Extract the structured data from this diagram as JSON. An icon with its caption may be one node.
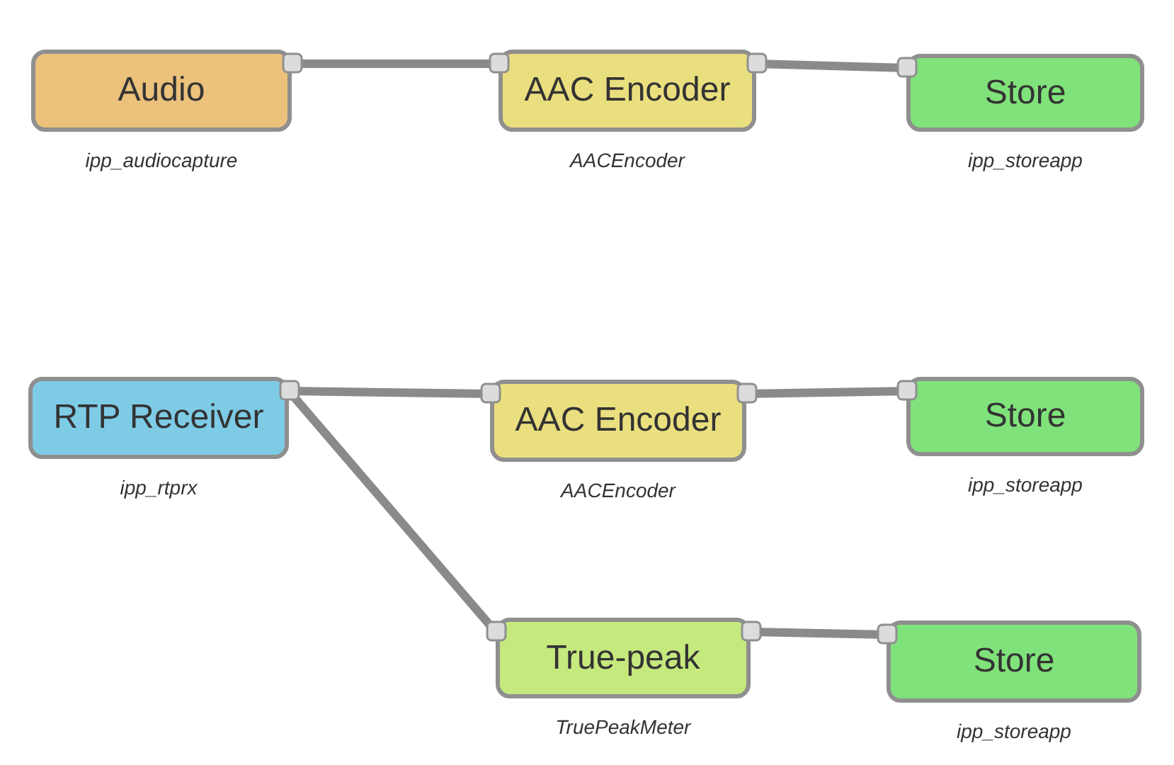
{
  "diagram": {
    "nodes": [
      {
        "text": [
          "Audio"
        ],
        "beside": [
          "ipp_audiocapture"
        ]
      },
      {
        "text": [
          "AAC Encoder"
        ],
        "beside": [
          "AACEncoder"
        ]
      },
      {
        "text": [
          "Store"
        ],
        "beside": [
          "ipp_storeapp"
        ]
      },
      {
        "text": [
          "RTP Receiver"
        ],
        "beside": [
          "ipp_rtprx"
        ]
      },
      {
        "text": [
          "AAC Encoder"
        ],
        "beside": [
          "AACEncoder"
        ]
      },
      {
        "text": [
          "Store"
        ],
        "beside": [
          "ipp_storeapp"
        ]
      },
      {
        "text": [
          "True-peak"
        ],
        "beside": [
          "TruePeakMeter"
        ]
      },
      {
        "text": [
          "Store"
        ],
        "beside": [
          "ipp_storeapp"
        ]
      }
    ],
    "edges": [
      {
        "from": 0,
        "to": 1,
        "arrow": "none"
      },
      {
        "from": 1,
        "to": 2,
        "arrow": "none"
      },
      {
        "from": 3,
        "to": 4,
        "arrow": "none"
      },
      {
        "from": 4,
        "to": 5,
        "arrow": "none"
      },
      {
        "from": 3,
        "to": 6,
        "arrow": "none"
      },
      {
        "from": 6,
        "to": 7,
        "arrow": "none"
      }
    ]
  }
}
